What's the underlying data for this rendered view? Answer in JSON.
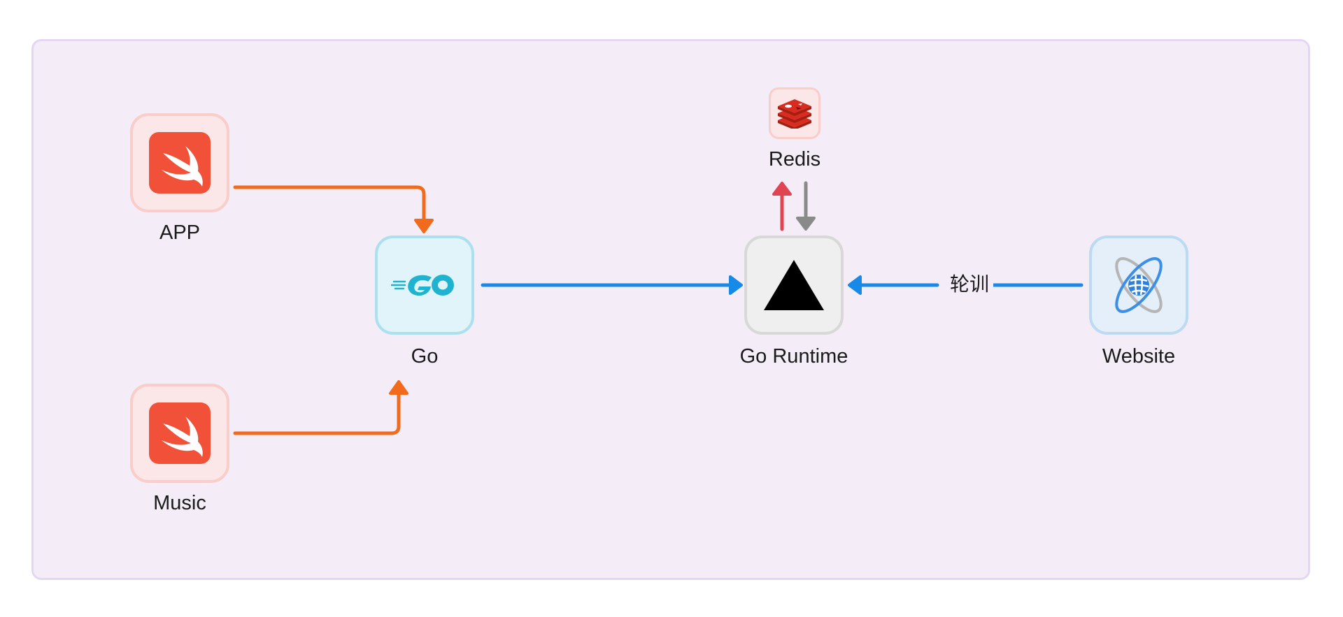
{
  "colors": {
    "group_background": "#f4edf8",
    "group_border": "#e4d7f2",
    "swift_orange": "#f05138",
    "edge_orange": "#f26b1d",
    "edge_blue": "#178ae8",
    "edge_red": "#e04452",
    "edge_gray": "#8a8a8a"
  },
  "nodes": {
    "app": {
      "label": "APP",
      "icon": "swift-icon"
    },
    "music": {
      "label": "Music",
      "icon": "swift-icon"
    },
    "go": {
      "label": "Go",
      "icon": "go-logo-icon"
    },
    "runtime": {
      "label": "Go Runtime",
      "icon": "triangle-icon"
    },
    "redis": {
      "label": "Redis",
      "icon": "redis-icon"
    },
    "website": {
      "label": "Website",
      "icon": "atom-globe-icon"
    }
  },
  "edges": [
    {
      "from": "APP",
      "to": "Go",
      "label": ""
    },
    {
      "from": "Music",
      "to": "Go",
      "label": ""
    },
    {
      "from": "Go",
      "to": "Go Runtime",
      "label": ""
    },
    {
      "from": "Go Runtime",
      "to": "Redis",
      "label": ""
    },
    {
      "from": "Redis",
      "to": "Go Runtime",
      "label": ""
    },
    {
      "from": "Website",
      "to": "Go Runtime",
      "label": "轮训"
    }
  ]
}
